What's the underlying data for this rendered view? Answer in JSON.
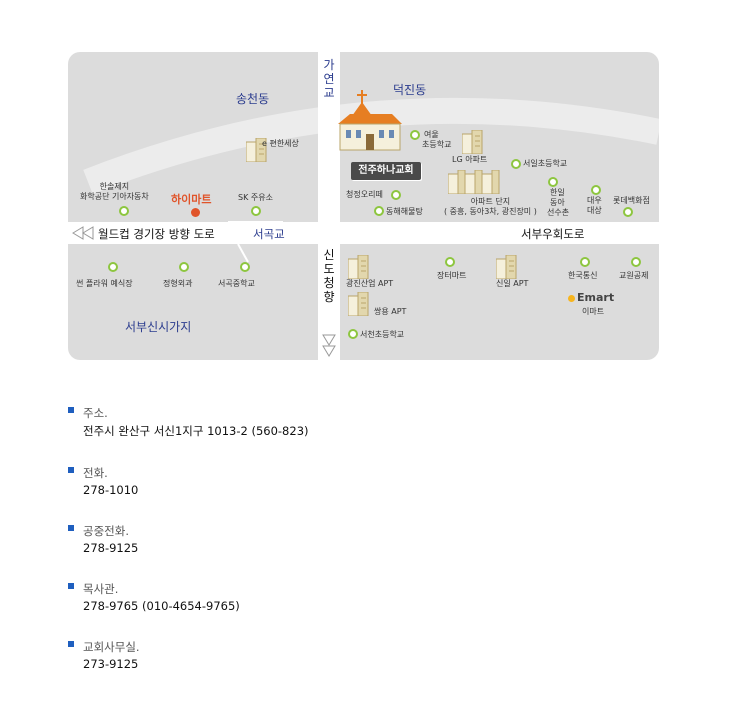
{
  "map": {
    "districts": {
      "songcheon": "송천동",
      "deokjin": "덕진동",
      "seobu": "서부신시가지"
    },
    "roads": {
      "worldcup": "월드컵 경기장 방향 도로",
      "seobu_bypass": "서부우회도로",
      "seogok_bridge": "서곡교"
    },
    "vertical": {
      "gayeon": [
        "가",
        "연",
        "교"
      ],
      "sindo": [
        "신",
        "도",
        "청",
        "향"
      ]
    },
    "church": "전주하나교회",
    "brand": {
      "himart": "하이마트",
      "emart": "Emart"
    },
    "places": {
      "yeoul": [
        "여울",
        "초등학교"
      ],
      "lg_apt": "LG 아파트",
      "seoil": "서일초등학교",
      "hanil": [
        "한일",
        "동아",
        "선수촌"
      ],
      "daewoo": [
        "대우",
        "대상"
      ],
      "lotte": "롯데백화점",
      "cheongjeong": "청정오리떼",
      "donghae": "동해해물탕",
      "apt_complex": [
        "아파트 단지",
        "( 중흥, 동아3차, 광진장미 )"
      ],
      "e_pyeonhan": "e 편한세상",
      "hansol": [
        "한솔제지",
        "화학공단 기아자동차"
      ],
      "sk": "SK 주유소",
      "sun_flower": "썬 플라워 예식장",
      "jeonghyeong": "정형외과",
      "seogok_middle": "서곡중학교",
      "gwangjin_apt": "광진산업 APT",
      "ssangyong_apt": "쌍용 APT",
      "seocheon": "서천초등학교",
      "jangteo": "장터마트",
      "sinil_apt": "신일 APT",
      "hanguk": "한국통신",
      "gyowon": "교원공제",
      "emart_label": "이마트"
    },
    "colors": {
      "district": "#2b3c8e",
      "marker": "#8dc63f",
      "himart": "#e0542a",
      "church_box": "#4a4a4a"
    }
  },
  "contacts": [
    {
      "label": "주소.",
      "value": "전주시 완산구 서신1지구 1013-2 (560-823)"
    },
    {
      "label": "전화.",
      "value": "278-1010"
    },
    {
      "label": "공중전화.",
      "value": "278-9125"
    },
    {
      "label": "목사관.",
      "value": "278-9765 (010-4654-9765)"
    },
    {
      "label": "교회사무실.",
      "value": "273-9125"
    }
  ]
}
